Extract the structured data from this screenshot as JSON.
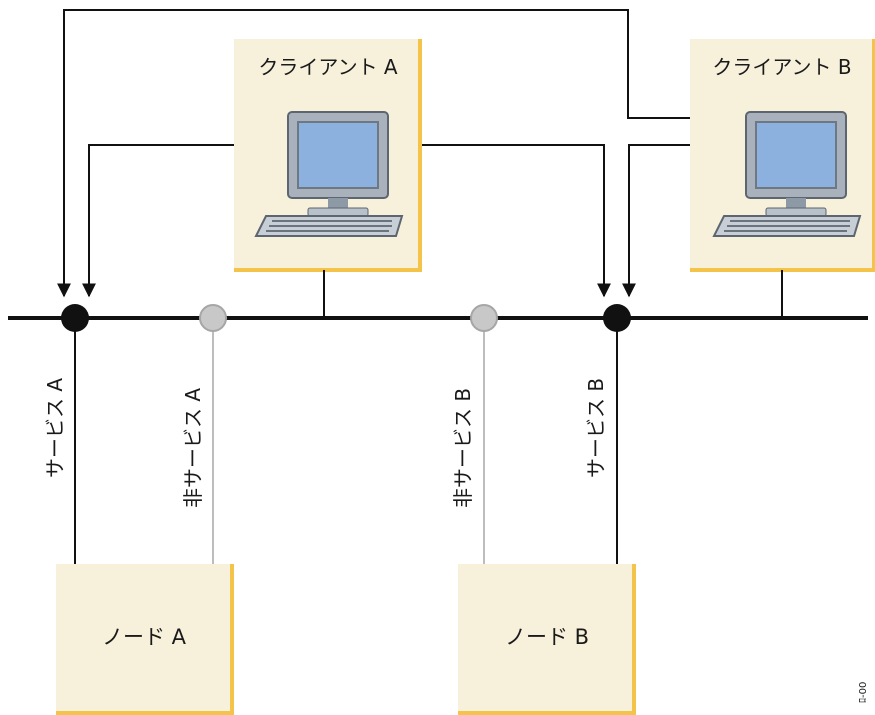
{
  "clients": {
    "a": {
      "label": "クライアント A"
    },
    "b": {
      "label": "クライアント B"
    }
  },
  "nodes": {
    "a": {
      "label": "ノード A"
    },
    "b": {
      "label": "ノード B"
    }
  },
  "links": {
    "service_a": "サービス A",
    "non_service_a": "非サービス A",
    "non_service_b": "非サービス B",
    "service_b": "サービス B"
  },
  "figure_id": "ﾛ-00",
  "colors": {
    "network": "#111111",
    "service_node": "#111111",
    "non_service_node": "#c8c8c8",
    "box_fill": "#f7f1dc",
    "box_border": "#f3c34a"
  }
}
